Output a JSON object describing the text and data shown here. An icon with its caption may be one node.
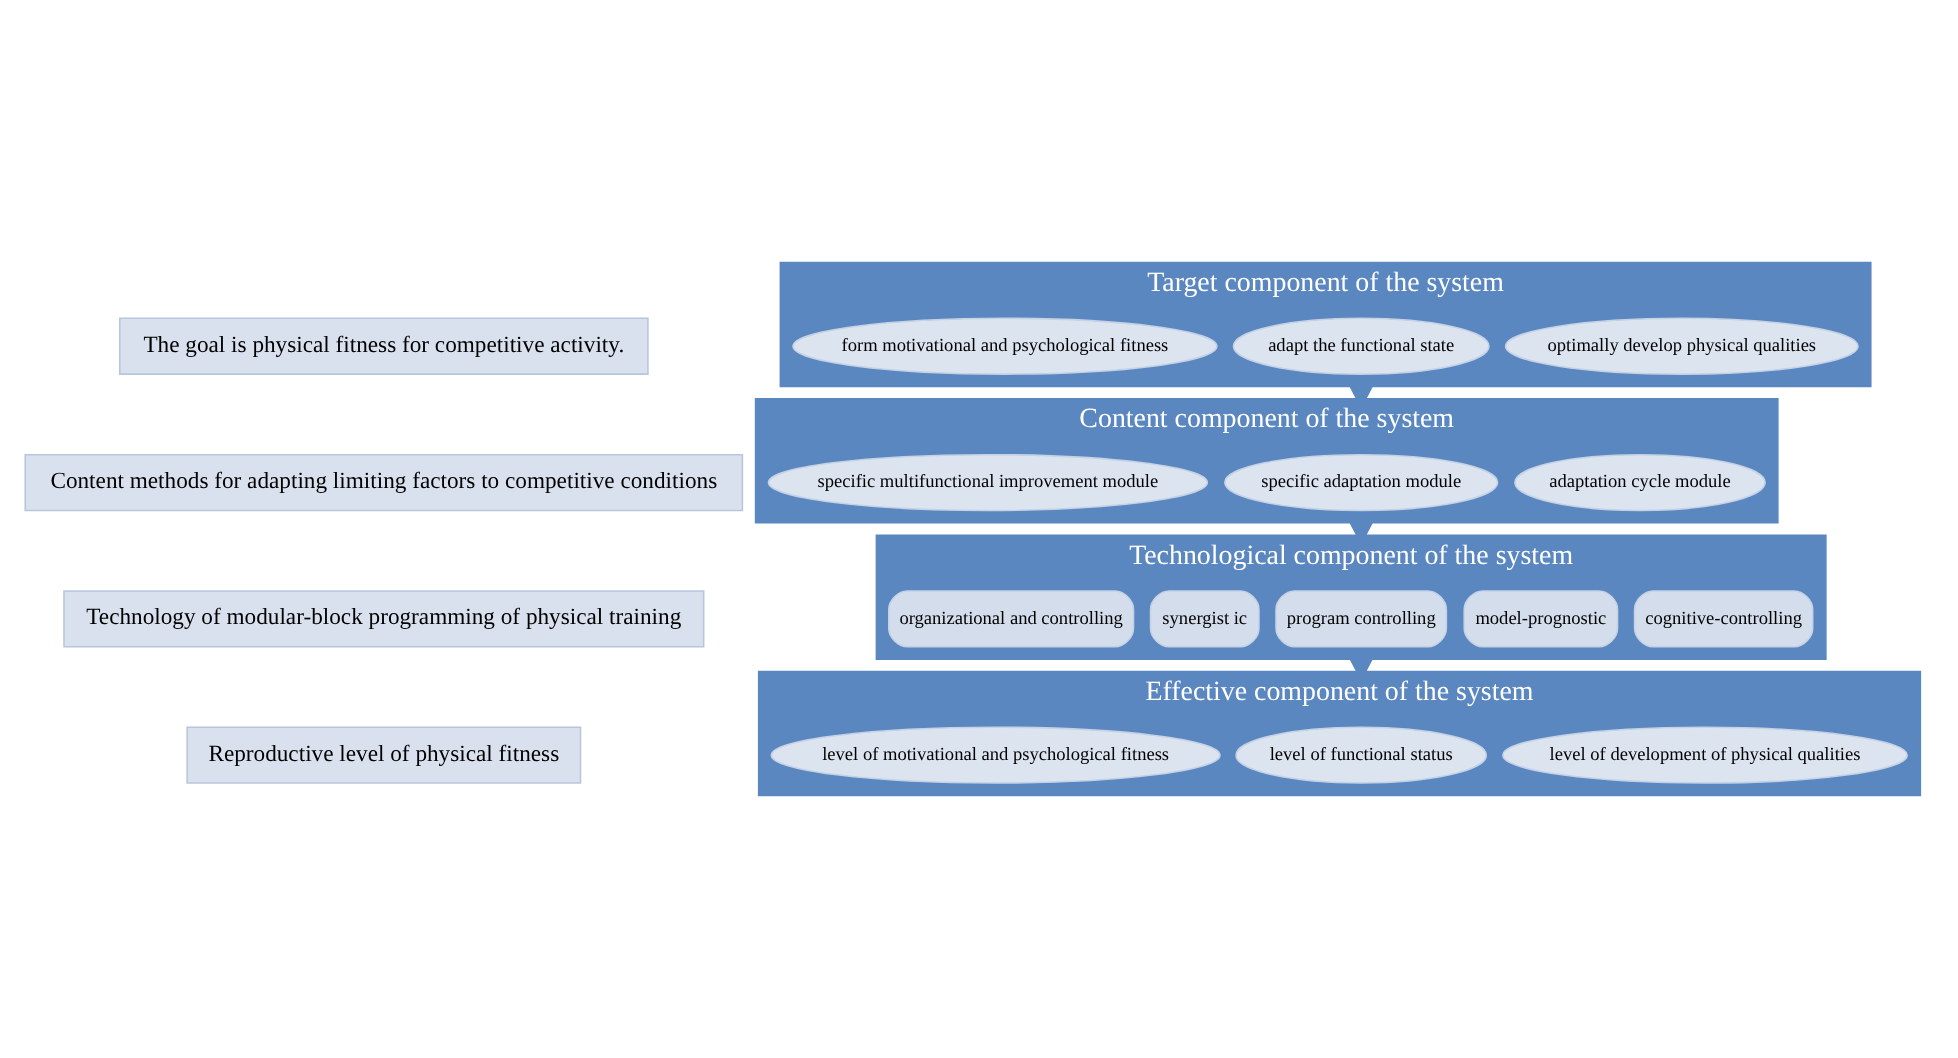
{
  "diagram": {
    "nodes": [
      {
        "text": [
          "The goal is physical fitness for competitive activity."
        ]
      },
      {
        "text": [
          "Target component of the system"
        ]
      },
      {
        "text": [
          "optimally develop physical qualities"
        ],
        "in": 1
      },
      {
        "text": [
          "adapt the functional state"
        ],
        "in": 1
      },
      {
        "text": [
          "form motivational and psychological fitness"
        ],
        "in": 1
      },
      {
        "text": [
          "Content methods for adapting limiting factors to competitive conditions"
        ]
      },
      {
        "text": [
          "Content component of the system"
        ]
      },
      {
        "text": [
          "adaptation cycle module"
        ],
        "in": 6
      },
      {
        "text": [
          "specific adaptation module"
        ],
        "in": 6
      },
      {
        "text": [
          "specific multifunctional improvement module"
        ],
        "in": 6
      },
      {
        "text": [
          "Technology of modular-block programming of physical training"
        ]
      },
      {
        "text": [
          "Technological component of the system"
        ]
      },
      {
        "text": [
          "cognitive-controlling"
        ],
        "in": 11
      },
      {
        "text": [
          "model-prognostic"
        ],
        "in": 11
      },
      {
        "text": [
          "program controlling"
        ],
        "in": 11
      },
      {
        "text": [
          "synergist ic"
        ],
        "in": 11
      },
      {
        "text": [
          "organizational and controlling"
        ],
        "in": 11
      },
      {
        "text": [
          "Reproductive level of physical fitness"
        ]
      },
      {
        "text": [
          "Effective component of the system"
        ]
      },
      {
        "text": [
          "level of development of physical qualities"
        ],
        "in": 18
      },
      {
        "text": [
          "level of functional status"
        ],
        "in": 18
      },
      {
        "text": [
          "level of motivational and psychological fitness"
        ],
        "in": 18
      }
    ],
    "edges": [
      {
        "from": 1,
        "to": 6,
        "arrow": "to",
        "style": "thick"
      },
      {
        "from": 6,
        "to": 11,
        "arrow": "to",
        "style": "thick"
      },
      {
        "from": 11,
        "to": 18,
        "arrow": "to",
        "style": "thick"
      }
    ]
  }
}
